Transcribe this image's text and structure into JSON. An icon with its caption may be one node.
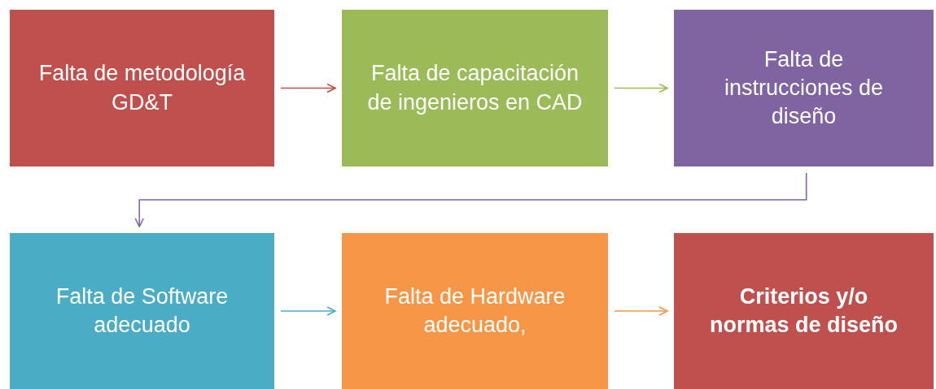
{
  "diagram": {
    "nodes": [
      {
        "text": [
          "Falta de metodología GD&T"
        ]
      },
      {
        "text": [
          "Falta de capacitación de ingenieros en CAD"
        ]
      },
      {
        "text": [
          "Falta de instrucciones de diseño"
        ]
      },
      {
        "text": [
          "Falta de Software adecuado"
        ]
      },
      {
        "text": [
          "Falta de Hardware adecuado,"
        ]
      },
      {
        "text": [
          "Criterios y/o normas de diseño"
        ]
      }
    ],
    "edges": [
      {
        "from": 0,
        "to": 1,
        "arrow": "to",
        "color": "#c0504d"
      },
      {
        "from": 1,
        "to": 2,
        "arrow": "to",
        "color": "#9bbb59"
      },
      {
        "from": 2,
        "to": 3,
        "arrow": "to",
        "color": "#8064a2"
      },
      {
        "from": 3,
        "to": 4,
        "arrow": "to",
        "color": "#4bacc6"
      },
      {
        "from": 4,
        "to": 5,
        "arrow": "to",
        "color": "#f79646"
      }
    ]
  }
}
